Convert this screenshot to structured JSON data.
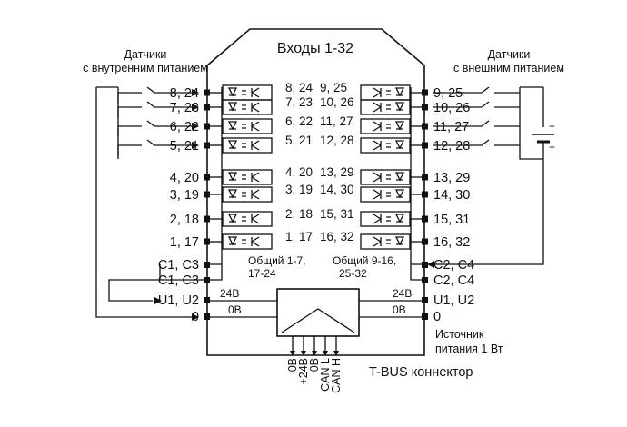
{
  "title": "Входы 1-32",
  "sensors_internal": [
    "Датчики",
    "с внутренним питанием"
  ],
  "sensors_external": [
    "Датчики",
    "с внешним питанием"
  ],
  "left_inputs": [
    {
      "terminal": "8, 24",
      "channel": "8, 24"
    },
    {
      "terminal": "7, 23",
      "channel": "7, 23"
    },
    {
      "terminal": "6, 22",
      "channel": "6, 22"
    },
    {
      "terminal": "5, 21",
      "channel": "5, 21"
    },
    {
      "terminal": "4, 20",
      "channel": "4, 20"
    },
    {
      "terminal": "3, 19",
      "channel": "3, 19"
    },
    {
      "terminal": "2, 18",
      "channel": "2, 18"
    },
    {
      "terminal": "1, 17",
      "channel": "1, 17"
    }
  ],
  "right_inputs": [
    {
      "terminal": "9, 25",
      "channel": "9, 25"
    },
    {
      "terminal": "10, 26",
      "channel": "10, 26"
    },
    {
      "terminal": "11, 27",
      "channel": "11, 27"
    },
    {
      "terminal": "12, 28",
      "channel": "12, 28"
    },
    {
      "terminal": "13, 29",
      "channel": "13, 29"
    },
    {
      "terminal": "14, 30",
      "channel": "14, 30"
    },
    {
      "terminal": "15, 31",
      "channel": "15, 31"
    },
    {
      "terminal": "16, 32",
      "channel": "16, 32"
    }
  ],
  "left_bottom_terminals": [
    "C1, C3",
    "C1, C3",
    "U1, U2",
    "0"
  ],
  "right_bottom_terminals": [
    "C2, C4",
    "C2, C4",
    "U1, U2",
    "0"
  ],
  "common_left": [
    "Общий 1-7,",
    "17-24"
  ],
  "common_right": [
    "Общий 9-16,",
    "25-32"
  ],
  "line_24v": "24В",
  "line_0v": "0В",
  "power_source": [
    "Источник",
    "питания 1 Вт"
  ],
  "battery_plus": "+",
  "battery_minus": "−",
  "bus_pins": [
    "0В",
    "+24В",
    "0В",
    "CAN L",
    "CAN H"
  ],
  "tbus_label": "T-BUS коннектор"
}
